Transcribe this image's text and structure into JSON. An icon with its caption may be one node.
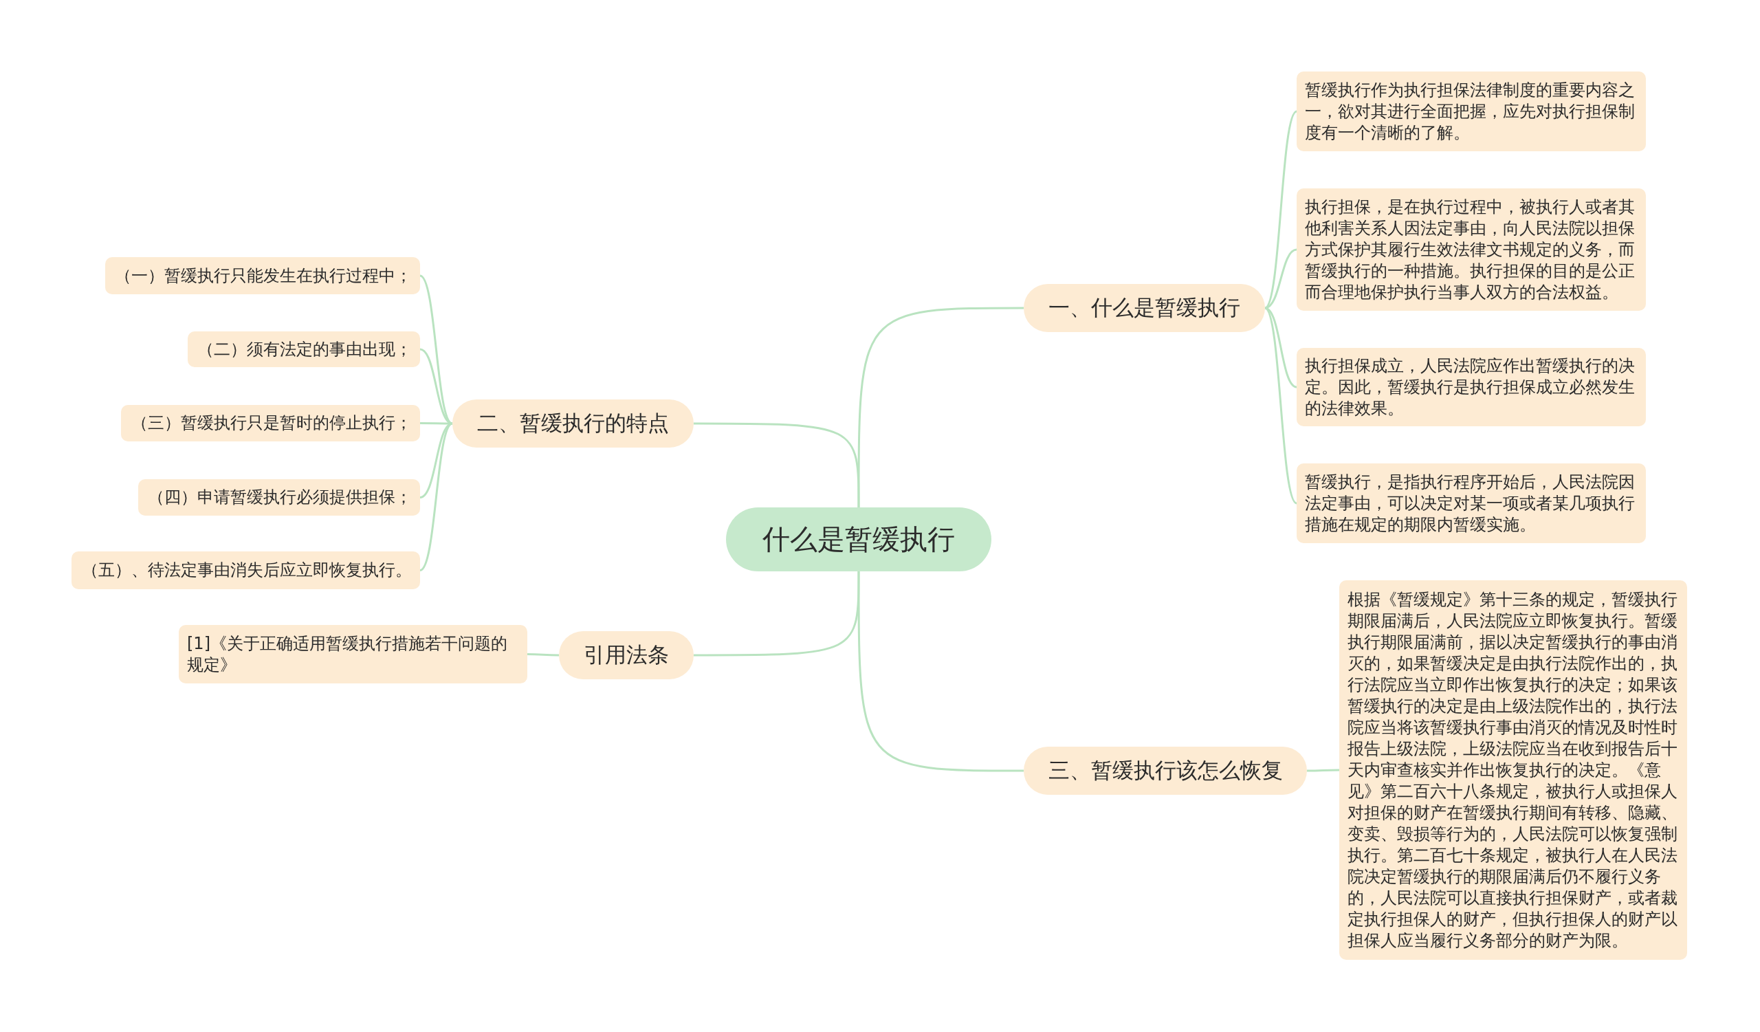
{
  "diagram": {
    "nodes": [
      {
        "text": [
          "什么是暂缓执行"
        ]
      },
      {
        "text": [
          "一、什么是暂缓执行"
        ]
      },
      {
        "text": [
          "暂缓执行作为执行担保法律制度的重要内容之一，欲对其进行全面把握，应先对执行担保制度有一个清晰的了解。"
        ]
      },
      {
        "text": [
          "执行担保，是在执行过程中，被执行人或者其他利害关系人因法定事由，向人民法院以担保方式保护其履行生效法律文书规定的义务，而暂缓执行的一种措施。执行担保的目的是公正而合理地保护执行当事人双方的合法权益。"
        ]
      },
      {
        "text": [
          "执行担保成立，人民法院应作出暂缓执行的决定。因此，暂缓执行是执行担保成立必然发生的法律效果。"
        ]
      },
      {
        "text": [
          "暂缓执行，是指执行程序开始后，人民法院因法定事由，可以决定对某一项或者某几项执行措施在规定的期限内暂缓实施。"
        ]
      },
      {
        "text": [
          "二、暂缓执行的特点"
        ]
      },
      {
        "text": [
          "（一）暂缓执行只能发生在执行过程中；"
        ]
      },
      {
        "text": [
          "（二）须有法定的事由出现；"
        ]
      },
      {
        "text": [
          "（三）暂缓执行只是暂时的停止执行；"
        ]
      },
      {
        "text": [
          "（四）申请暂缓执行必须提供担保；"
        ]
      },
      {
        "text": [
          "（五）、待法定事由消失后应立即恢复执行。"
        ]
      },
      {
        "text": [
          "引用法条"
        ]
      },
      {
        "text": [
          "[1]《关于正确适用暂缓执行措施若干问题的规定》"
        ]
      },
      {
        "text": [
          "三、暂缓执行该怎么恢复"
        ]
      },
      {
        "text": [
          "根据《暂缓规定》第十三条的规定，暂缓执行期限届满后，人民法院应立即恢复执行。暂缓执行期限届满前，据以决定暂缓执行的事由消灭的，如果暂缓决定是由执行法院作出的，执行法院应当立即作出恢复执行的决定；如果该暂缓执行的决定是由上级法院作出的，执行法院应当将该暂缓执行事由消灭的情况及时性时报告上级法院，上级法院应当在收到报告后十天内审查核实并作出恢复执行的决定。《意见》第二百六十八条规定，被执行人或担保人对担保的财产在暂缓执行期间有转移、隐藏、变卖、毁损等行为的，人民法院可以恢复强制执行。第二百七十条规定，被执行人在人民法院决定暂缓执行的期限届满后仍不履行义务的，人民法院可以直接执行担保财产，或者裁定执行担保人的财产，但执行担保人的财产以担保人应当履行义务部分的财产为限。"
        ]
      }
    ],
    "edges": [
      {
        "from": 0,
        "to": 1,
        "arrow": "none"
      },
      {
        "from": 1,
        "to": 2,
        "arrow": "none"
      },
      {
        "from": 1,
        "to": 3,
        "arrow": "none"
      },
      {
        "from": 1,
        "to": 4,
        "arrow": "none"
      },
      {
        "from": 1,
        "to": 5,
        "arrow": "none"
      },
      {
        "from": 0,
        "to": 6,
        "arrow": "none"
      },
      {
        "from": 6,
        "to": 7,
        "arrow": "none"
      },
      {
        "from": 6,
        "to": 8,
        "arrow": "none"
      },
      {
        "from": 6,
        "to": 9,
        "arrow": "none"
      },
      {
        "from": 6,
        "to": 10,
        "arrow": "none"
      },
      {
        "from": 6,
        "to": 11,
        "arrow": "none"
      },
      {
        "from": 0,
        "to": 12,
        "arrow": "none"
      },
      {
        "from": 12,
        "to": 13,
        "arrow": "none"
      },
      {
        "from": 0,
        "to": 14,
        "arrow": "none"
      },
      {
        "from": 14,
        "to": 15,
        "arrow": "none"
      }
    ]
  }
}
